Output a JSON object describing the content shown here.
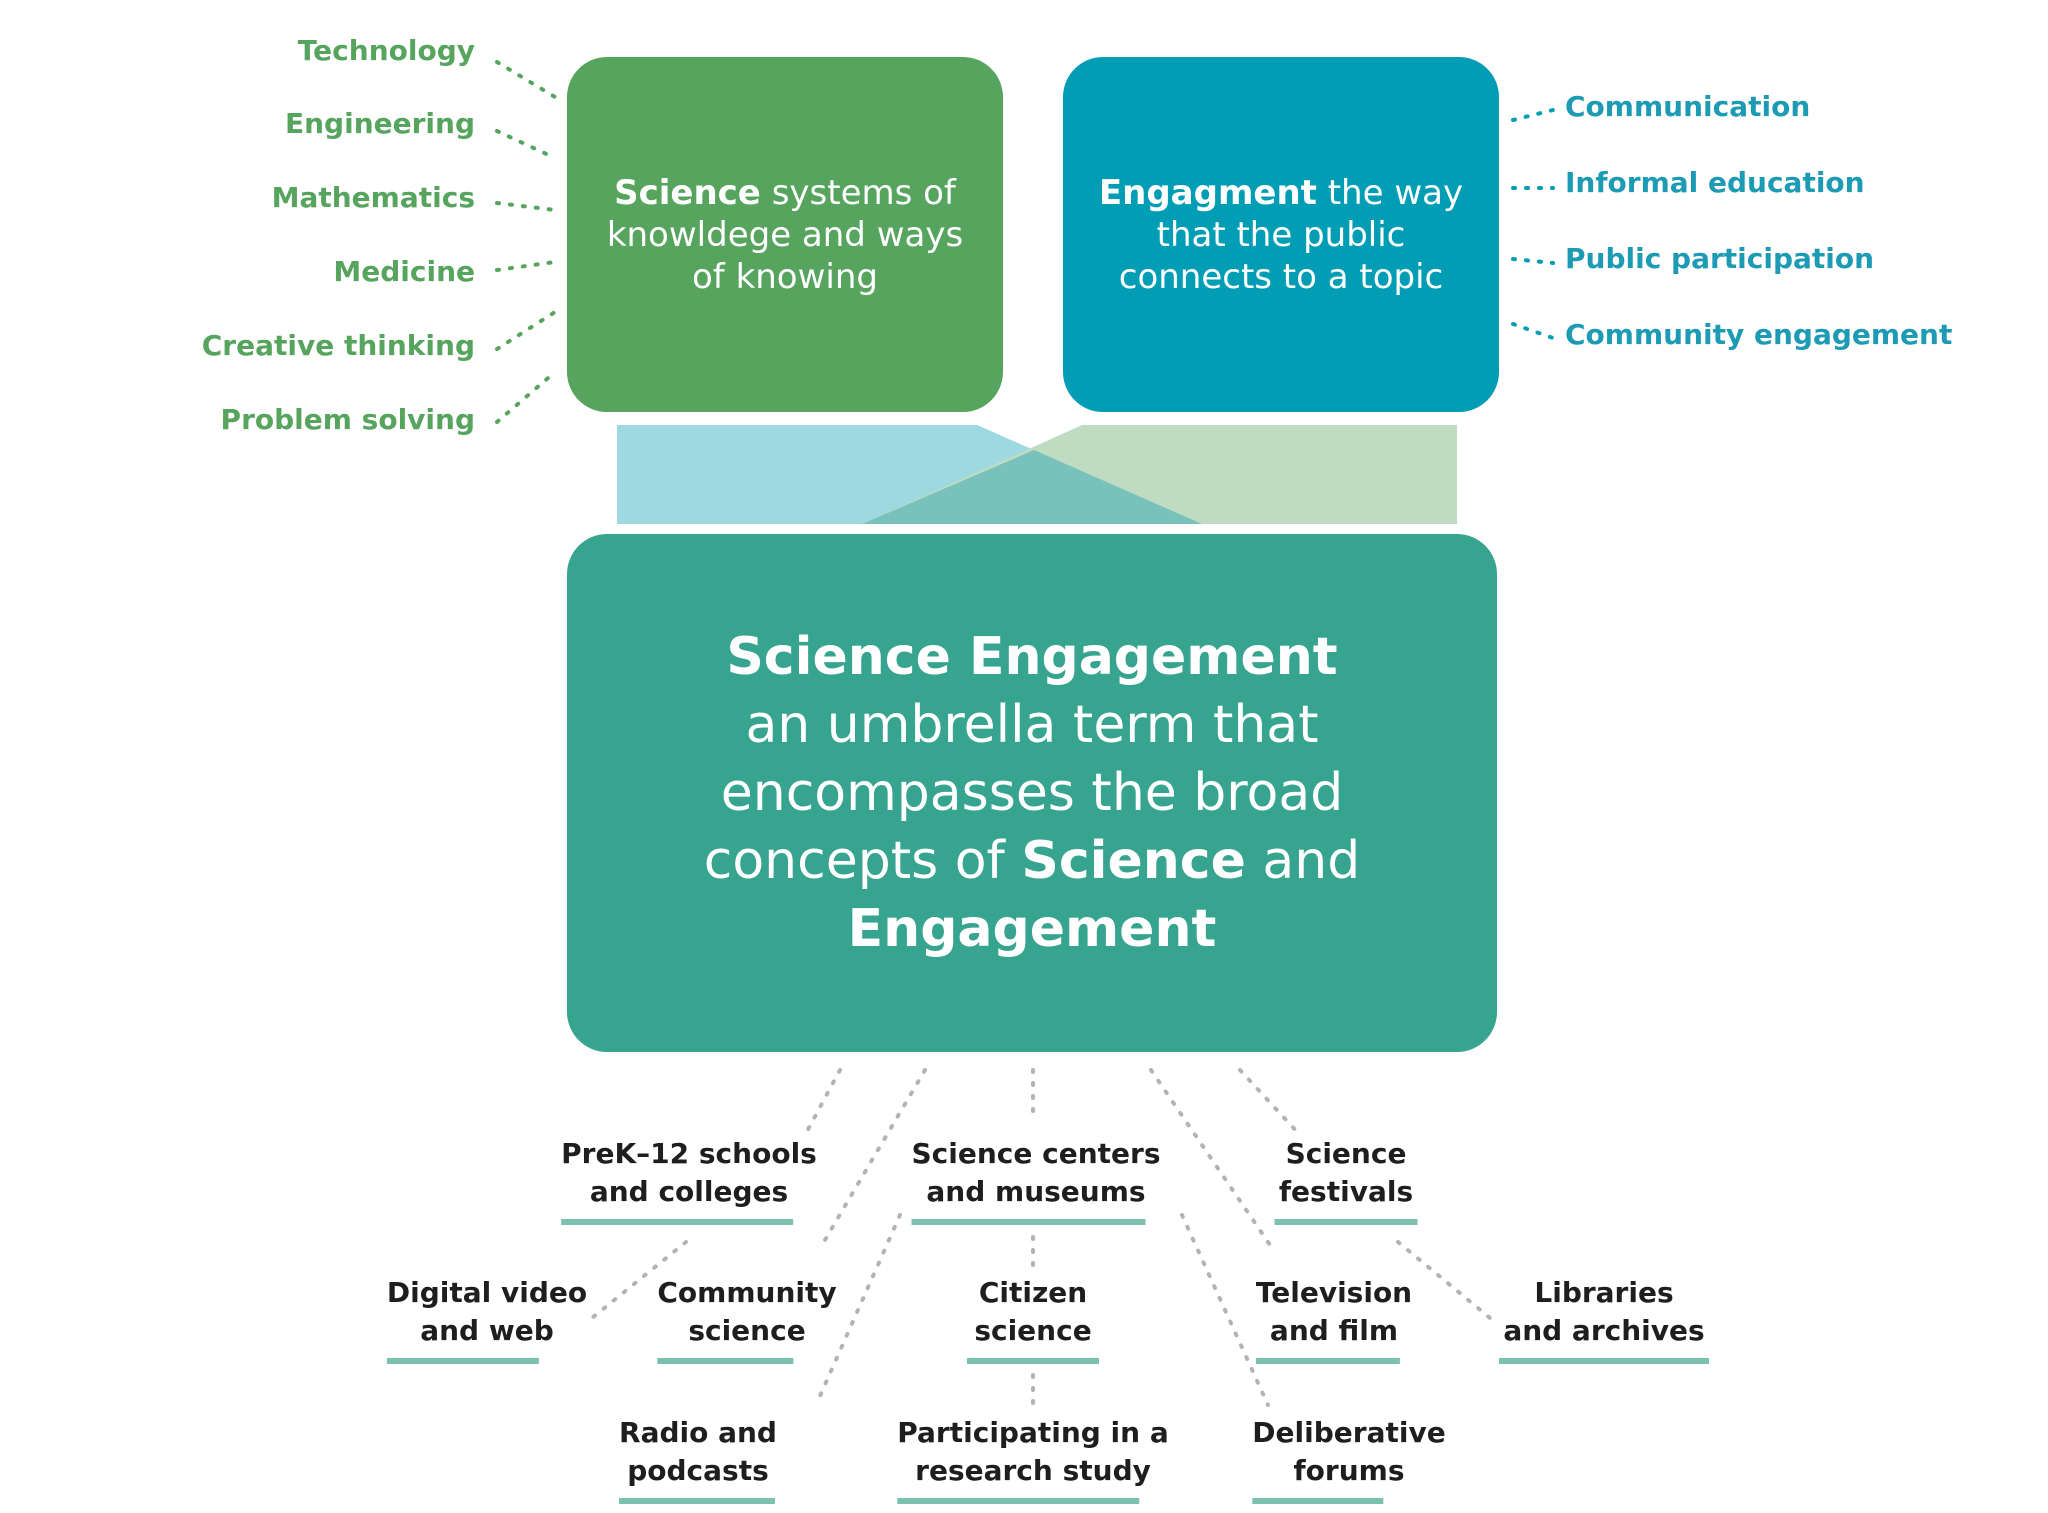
{
  "science_box": {
    "title": "Science",
    "text": "systems of knowldege and ways of knowing"
  },
  "engagement_box": {
    "title": "Engagment",
    "text": "the way that the public connects to a topic"
  },
  "main_box": {
    "title": "Science Engagement",
    "text_before": "an umbrella term that encompasses the broad concepts of",
    "science_word": "Science",
    "and_word": "and",
    "engagement_word": "Engagement"
  },
  "science_disciplines": [
    "Technology",
    "Engineering",
    "Mathematics",
    "Medicine",
    "Creative thinking",
    "Problem solving"
  ],
  "engagement_forms": [
    "Communication",
    "Informal education",
    "Public participation",
    "Community engagement"
  ],
  "channels": [
    {
      "line1": "PreK–12 schools",
      "line2": "and colleges"
    },
    {
      "line1": "Science centers",
      "line2": "and museums"
    },
    {
      "line1": "Science",
      "line2": "festivals"
    },
    {
      "line1": "Digital video",
      "line2": "and web"
    },
    {
      "line1": "Community",
      "line2": "science"
    },
    {
      "line1": "Citizen",
      "line2": "science"
    },
    {
      "line1": "Television",
      "line2": "and film"
    },
    {
      "line1": "Libraries",
      "line2": "and archives"
    },
    {
      "line1": "Radio and",
      "line2": "podcasts"
    },
    {
      "line1": "Participating in a",
      "line2": "research study"
    },
    {
      "line1": "Deliberative",
      "line2": "forums"
    }
  ],
  "colors": {
    "science_green": "#56a45e",
    "engagement_blue": "#009db5",
    "main_teal": "#37a48f",
    "channel_underline": "#7cc0b0"
  }
}
